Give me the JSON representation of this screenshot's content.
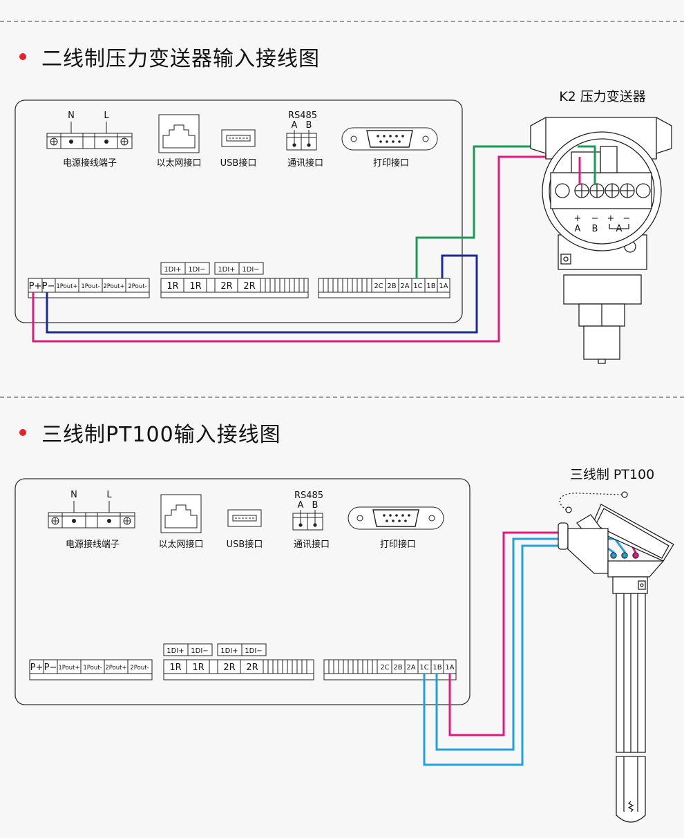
{
  "section1": {
    "title": "二线制压力变送器输入接线图",
    "device_title": "K2 压力变送器",
    "labels": {
      "power_N": "N",
      "power_L": "L",
      "power": "电源接线端子",
      "ethernet": "以太网接口",
      "usb": "USB接口",
      "rs485": "RS485",
      "rs485_A": "A",
      "rs485_B": "B",
      "comm": "通讯接口",
      "print": "打印接口"
    },
    "terminals_left": [
      "P+",
      "P−",
      "1Pout+",
      "1Pout-",
      "2Pout+",
      "2Pout-"
    ],
    "di_labels": [
      "1DI+",
      "1DI−",
      "1DI+",
      "1DI−"
    ],
    "relay_labels": [
      "1R",
      "1R",
      "2R",
      "2R"
    ],
    "terminals_right": [
      "2C",
      "2B",
      "2A",
      "1C",
      "1B",
      "1A"
    ],
    "transmitter_marks": {
      "plus1": "+",
      "minus1": "−",
      "plus2": "+",
      "minus2": "−",
      "A": "A",
      "B": "B",
      "A2": "A"
    }
  },
  "section2": {
    "title": "三线制PT100输入接线图",
    "device_title": "三线制 PT100",
    "labels": {
      "power_N": "N",
      "power_L": "L",
      "power": "电源接线端子",
      "ethernet": "以太网接口",
      "usb": "USB接口",
      "rs485": "RS485",
      "rs485_A": "A",
      "rs485_B": "B",
      "comm": "通讯接口",
      "print": "打印接口"
    },
    "terminals_left": [
      "P+",
      "P−",
      "1Pout+",
      "1Pout-",
      "2Pout+",
      "2Pout-"
    ],
    "di_labels": [
      "1DI+",
      "1DI−",
      "1DI+",
      "1DI−"
    ],
    "relay_labels": [
      "1R",
      "1R",
      "2R",
      "2R"
    ],
    "terminals_right": [
      "2C",
      "2B",
      "2A",
      "1C",
      "1B",
      "1A"
    ]
  },
  "colors": {
    "wire_green": "#1a9b55",
    "wire_magenta": "#e0197d",
    "wire_navy": "#1c2b8e",
    "wire_cyan": "#1ea2dc",
    "bullet": "#e3262e"
  }
}
